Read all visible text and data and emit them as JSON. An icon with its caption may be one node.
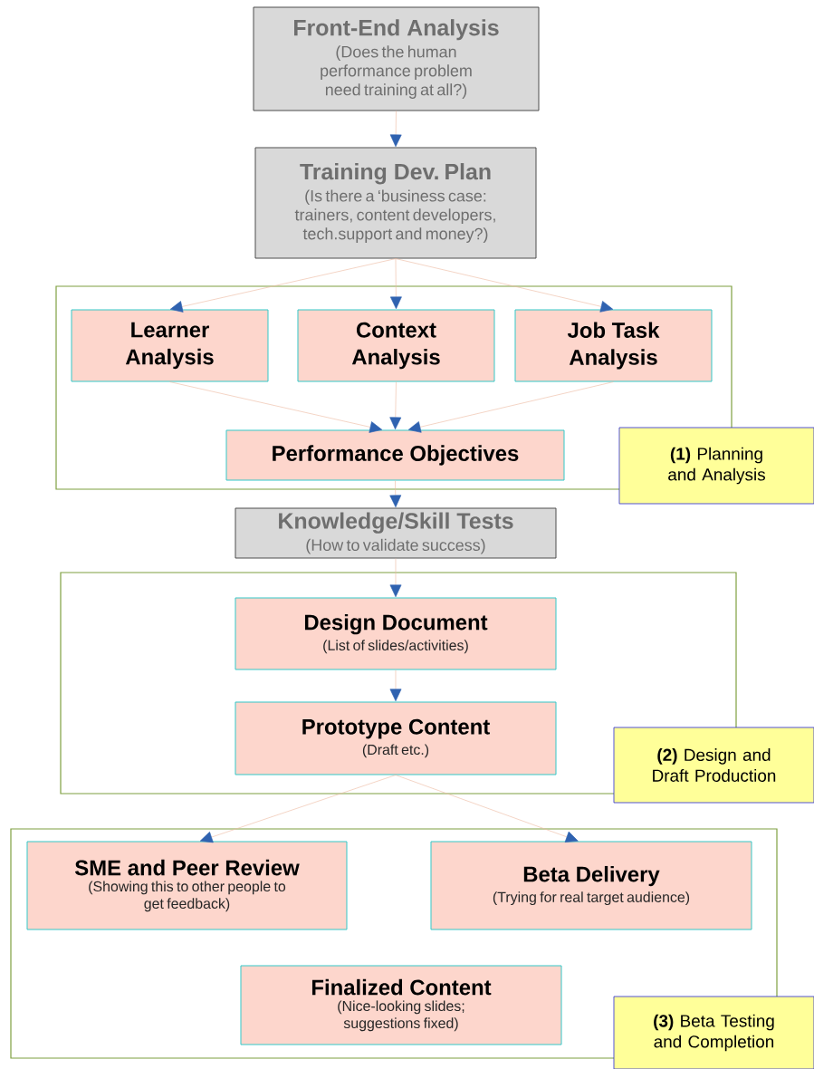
{
  "diagram": {
    "nodes": [
      {
        "text": [
          "Front-End Analysis",
          "(Does the human performance problem need training at all?)"
        ]
      },
      {
        "text": [
          "Training Dev. Plan",
          "(Is there a ‘business case: trainers, content developers, tech.support and money?)"
        ]
      },
      {
        "text": [
          "**(1)** Planning and Analysis"
        ]
      },
      {
        "text": [
          "Learner Analysis"
        ],
        "in": 2
      },
      {
        "text": [
          "Context Analysis"
        ],
        "in": 2
      },
      {
        "text": [
          "Job Task Analysis"
        ],
        "in": 2
      },
      {
        "text": [
          "Performance Objectives"
        ],
        "in": 2
      },
      {
        "text": [
          "Knowledge/Skill Tests",
          "(How to validate success)"
        ]
      },
      {
        "text": [
          "**(2)** Design and Draft Production"
        ]
      },
      {
        "text": [
          "Design Document",
          "(List of slides/activities)"
        ],
        "in": 8
      },
      {
        "text": [
          "Prototype Content",
          "(Draft etc.)"
        ],
        "in": 8
      },
      {
        "text": [
          "**(3)** Beta Testing and Completion"
        ]
      },
      {
        "text": [
          "SME and Peer Review",
          "(Showing this to other people to get feedback)"
        ],
        "in": 11
      },
      {
        "text": [
          "Beta Delivery",
          "(Trying for real target audience)"
        ],
        "in": 11
      },
      {
        "text": [
          "Finalized Content",
          "(Nice-looking slides; suggestions fixed)"
        ],
        "in": 11
      }
    ],
    "edges": [
      {
        "from": 0,
        "to": 1,
        "arrow": "to"
      },
      {
        "from": 1,
        "to": 3,
        "arrow": "to"
      },
      {
        "from": 1,
        "to": 4,
        "arrow": "to"
      },
      {
        "from": 1,
        "to": 5,
        "arrow": "to"
      },
      {
        "from": 3,
        "to": 6,
        "arrow": "to"
      },
      {
        "from": 4,
        "to": 6,
        "arrow": "to"
      },
      {
        "from": 5,
        "to": 6,
        "arrow": "to"
      },
      {
        "from": 6,
        "to": 7,
        "arrow": "to"
      },
      {
        "from": 7,
        "to": 9,
        "arrow": "to"
      },
      {
        "from": 9,
        "to": 10,
        "arrow": "to"
      },
      {
        "from": 10,
        "to": 12,
        "arrow": "to"
      },
      {
        "from": 10,
        "to": 13,
        "arrow": "to"
      }
    ]
  }
}
